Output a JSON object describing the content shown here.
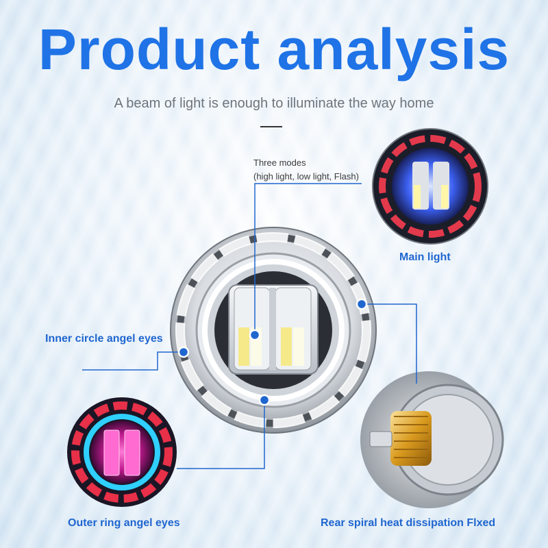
{
  "header": {
    "title": "Product analysis",
    "subtitle": "A beam of light is enough to illuminate the way home"
  },
  "callouts": {
    "modes_title": "Three modes",
    "modes_detail": "(high light, low light, Flash)",
    "main_light": "Main light",
    "inner_circle": "Inner circle angel eyes",
    "outer_ring": "Outer ring angel eyes",
    "rear_heat": "Rear spiral heat dissipation Flxed"
  },
  "colors": {
    "accent": "#1f73e6",
    "label": "#1f66cf",
    "subtitle": "#6e747b"
  }
}
